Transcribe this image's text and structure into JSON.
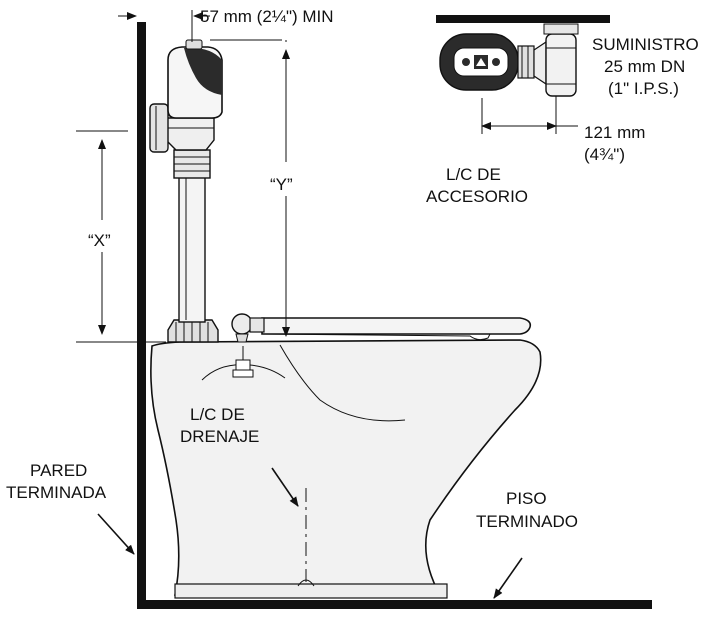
{
  "labels": {
    "min_clearance": "57 mm (2¼\") MIN",
    "dim_y": "“Y”",
    "dim_x": "“X”",
    "supply_line1": "SUMINISTRO",
    "supply_line2": "25 mm DN",
    "supply_line3": "(1\" I.P.S.)",
    "offset_line1": "121 mm",
    "offset_line2": "(4¾\")",
    "fixture_cl_line1": "L/C DE",
    "fixture_cl_line2": "ACCESORIO",
    "drain_cl_line1": "L/C DE",
    "drain_cl_line2": "DRENAJE",
    "wall_line1": "PARED",
    "wall_line2": "TERMINADA",
    "floor_line1": "PISO",
    "floor_line2": "TERMINADO"
  },
  "colors": {
    "line": "#111111",
    "fill_light": "#f2f2f2",
    "fill_mid": "#d9d9d9",
    "fill_dark": "#2b2b2b"
  }
}
